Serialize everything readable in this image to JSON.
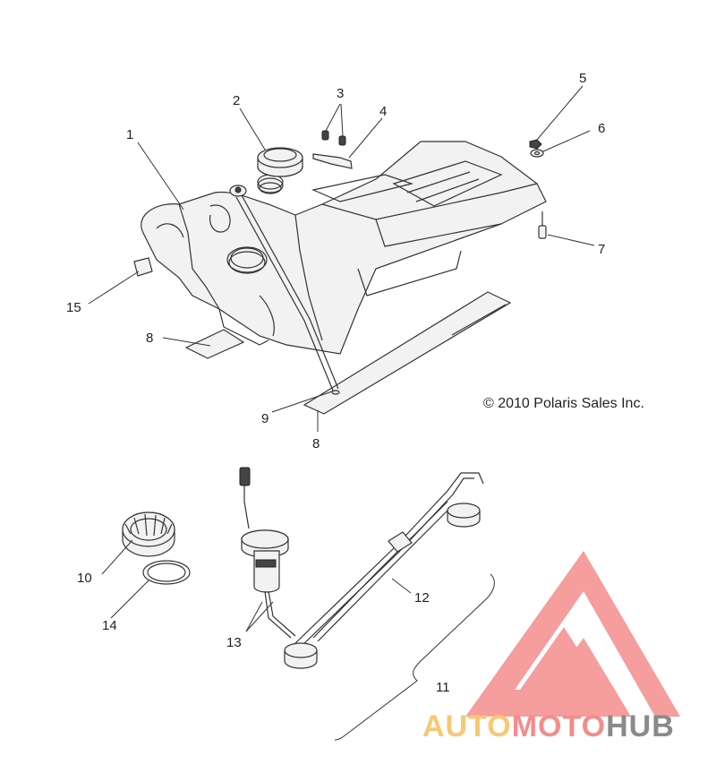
{
  "copyright": "© 2010 Polaris Sales Inc.",
  "callouts": [
    "1",
    "2",
    "3",
    "4",
    "5",
    "6",
    "7",
    "8",
    "8",
    "9",
    "10",
    "11",
    "12",
    "13",
    "14",
    "15"
  ],
  "logo": {
    "word_auto": "AUTO",
    "word_moto": "MOTO",
    "word_hub": "HUB",
    "color_auto": "#f7c873",
    "color_moto": "#f48c8c",
    "color_hub": "#8a8a8a",
    "mark_color": "#f48c8c",
    "icon": "triangle-mg-logo-icon"
  }
}
